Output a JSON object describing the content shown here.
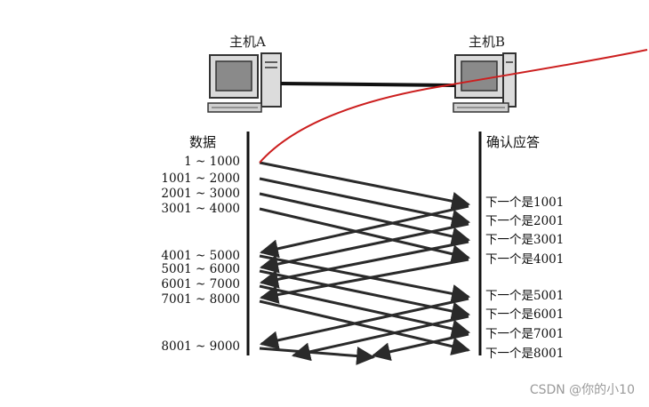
{
  "hosts": {
    "a_label": "主机A",
    "b_label": "主机B"
  },
  "columns": {
    "sender_title": "数据",
    "receiver_title": "确认应答"
  },
  "segments": [
    "1 ~ 1000",
    "1001 ~ 2000",
    "2001 ~ 3000",
    "3001 ~ 4000",
    "4001 ~ 5000",
    "5001 ~ 6000",
    "6001 ~ 7000",
    "7001 ~ 8000",
    "8001 ~ 9000"
  ],
  "acks": [
    "下一个是1001",
    "下一个是2001",
    "下一个是3001",
    "下一个是4001",
    "下一个是5001",
    "下一个是6001",
    "下一个是7001",
    "下一个是8001"
  ],
  "watermark": "CSDN @你的小10",
  "colors": {
    "line": "#2a2a2a",
    "annotation": "#cc1f1f",
    "watermark": "#9a9a9a"
  }
}
